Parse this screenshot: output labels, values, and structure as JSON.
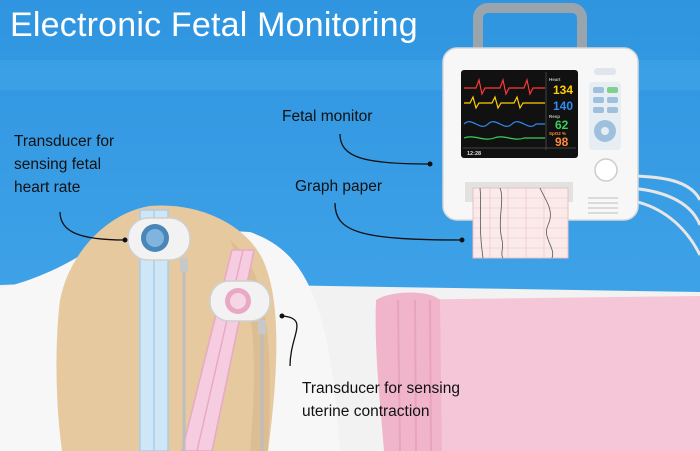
{
  "title": "Electronic Fetal Monitoring",
  "labels": {
    "heart_rate_transducer": [
      "Transducer for",
      "sensing fetal",
      "heart rate"
    ],
    "fetal_monitor": "Fetal monitor",
    "graph_paper": "Graph paper",
    "uterine_transducer": [
      "Transducer for sensing",
      "uterine contraction"
    ]
  },
  "monitor_screen": {
    "readings": [
      "134",
      "140",
      "62",
      "98"
    ],
    "small_labels": [
      "Heart",
      "Resp",
      "SpO2 %"
    ],
    "time": "12:28"
  },
  "colors": {
    "background": "#3a9ee6",
    "title_text": "#ffffff",
    "skin": "#e7c9a0",
    "gown": "#f4f4f4",
    "blanket": "#f5c6d8",
    "monitor_body": "#f7f7f7",
    "screen_bg": "#111111",
    "reading_1": "#ffd000",
    "reading_2": "#2f8ef0",
    "reading_3": "#38d05a",
    "reading_4": "#ff8a3c"
  }
}
